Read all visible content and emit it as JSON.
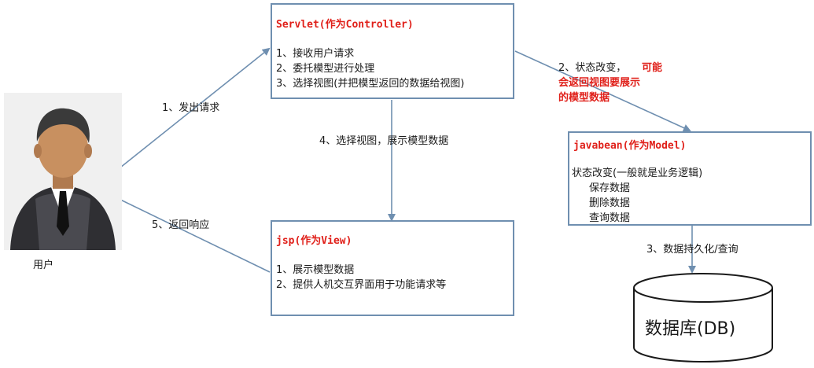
{
  "user": {
    "label": "用户"
  },
  "controller": {
    "title": "Servlet(作为Controller)",
    "lines": [
      "1、接收用户请求",
      "2、委托模型进行处理",
      "3、选择视图(并把模型返回的数据给视图)"
    ]
  },
  "model": {
    "title": "javabean(作为Model)",
    "lines": [
      "状态改变(一般就是业务逻辑)",
      "保存数据",
      "删除数据",
      "查询数据"
    ]
  },
  "view": {
    "title": "jsp(作为View)",
    "lines": [
      "1、展示模型数据",
      "2、提供人机交互界面用于功能请求等"
    ]
  },
  "database": {
    "label": "数据库(DB)"
  },
  "arrows": {
    "a1": "1、发出请求",
    "a2_plain": "2、状态改变，",
    "a2_strong_1": "可能",
    "a2_strong_2": "会返回视图要展示",
    "a2_strong_3": "的模型数据",
    "a3": "3、数据持久化/查询",
    "a4": "4、选择视图，展示模型数据",
    "a5": "5、返回响应"
  },
  "colors": {
    "box_border": "#6f8fb0",
    "arrow": "#6f8fb0",
    "title_red": "#e0201a"
  }
}
